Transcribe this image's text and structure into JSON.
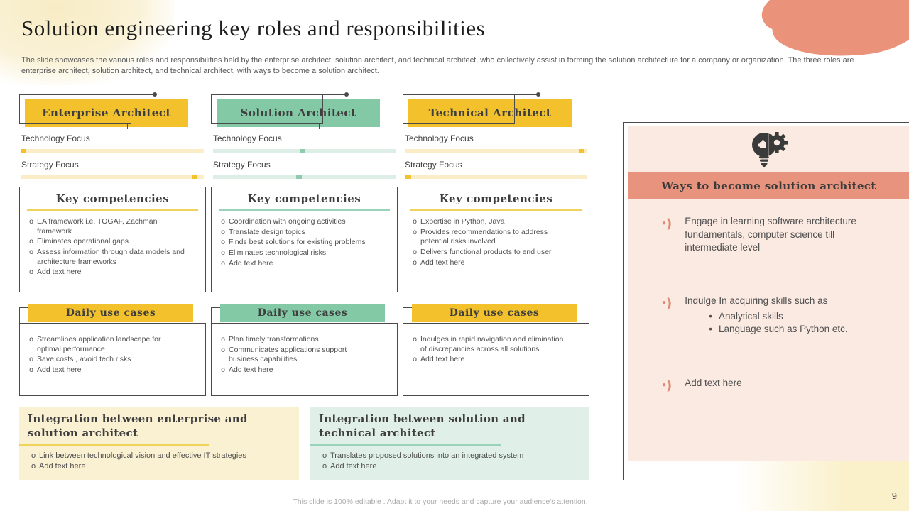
{
  "slide": {
    "title": "Solution engineering key roles and responsibilities",
    "description": "The slide showcases the various roles and responsibilities held by the enterprise architect, solution architect, and technical architect, who collectively assist in forming the solution architecture for a company or organization. The three roles are enterprise architect, solution architect, and technical architect, with ways to become a solution architect.",
    "footer_note": "This slide is 100% editable . Adapt it to your needs and capture your audience's attention.",
    "page_number": "9"
  },
  "focus_labels": {
    "technology": "Technology Focus",
    "strategy": "Strategy Focus"
  },
  "columns": [
    {
      "title": "Enterprise Architect",
      "technology_level": 1,
      "strategy_level": 95,
      "competencies_title": "Key competencies",
      "competencies": [
        "EA framework i.e. TOGAF,  Zachman framework",
        "Eliminates operational gaps",
        "Assess information through data models and architecture frameworks",
        "Add text here"
      ],
      "usecases_title": "Daily use cases",
      "usecases": [
        "Streamlines application landscape for optimal performance",
        "Save costs , avoid tech risks",
        "Add text here"
      ]
    },
    {
      "title": "Solution Architect",
      "technology_level": 49,
      "strategy_level": 47,
      "competencies_title": "Key competencies",
      "competencies": [
        "Coordination with ongoing activities",
        "Translate design topics",
        "Finds best solutions for existing problems",
        "Eliminates technological risks",
        "Add text here"
      ],
      "usecases_title": "Daily use cases",
      "usecases": [
        "Plan timely transformations",
        "Communicates applications support business capabilities",
        "Add text here"
      ]
    },
    {
      "title": "Technical Architect",
      "technology_level": 97,
      "strategy_level": 2,
      "competencies_title": "Key competencies",
      "competencies": [
        "Expertise in Python, Java",
        "Provides recommendations to address potential risks involved",
        "Delivers functional products to end user",
        "Add text here"
      ],
      "usecases_title": "Daily use cases",
      "usecases": [
        "Indulges in rapid navigation and elimination of discrepancies across all solutions",
        "Add text here"
      ]
    }
  ],
  "integrations": [
    {
      "title": "Integration between enterprise and solution architect",
      "bullets": [
        "Link between technological vision and effective IT strategies",
        "Add text here"
      ]
    },
    {
      "title": "Integration between solution and technical architect",
      "bullets": [
        "Translates proposed solutions into an integrated system",
        "Add text here"
      ]
    }
  ],
  "ways_panel": {
    "title": "Ways to become solution architect",
    "icon": "lightbulb-gear-icon",
    "bullets": [
      {
        "text": "Engage in learning software architecture fundamentals, computer science till intermediate level",
        "subs": []
      },
      {
        "text": "Indulge In acquiring skills such as",
        "subs": [
          "Analytical skills",
          "Language such as  Python etc."
        ]
      },
      {
        "text": "Add text here",
        "subs": []
      }
    ]
  },
  "colors": {
    "accent_yellow": "#F2C12B",
    "accent_green": "#83C9A6",
    "bar_yellow_light": "#FAEDC8",
    "bar_green_light": "#DCEEE5",
    "box_yellow_bg": "#FAF0D2",
    "box_green_bg": "#E0F0E8",
    "panel_pink": "#FBEAE2",
    "salmon_band": "#E8937D",
    "coral_blob": "#EA937A",
    "dark_text": "#3E3E3E"
  }
}
